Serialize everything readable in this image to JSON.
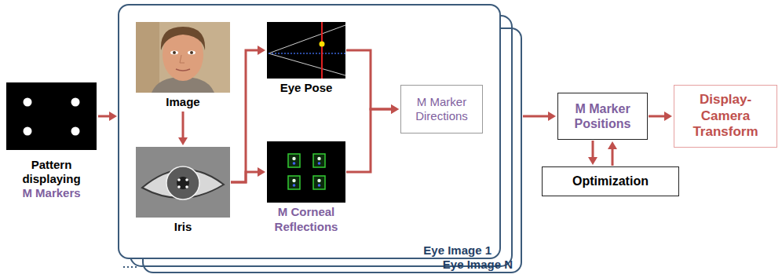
{
  "diagram": {
    "nodes": [
      {
        "text": [
          "Pattern displaying",
          "M Markers"
        ]
      },
      {
        "text": [
          "Eye Image N"
        ]
      },
      {
        "text": [
          "Eye Image 1"
        ]
      },
      {
        "text": [
          "Image"
        ],
        "in": 2
      },
      {
        "text": [
          "Iris"
        ],
        "in": 2
      },
      {
        "text": [
          "Eye Pose"
        ],
        "in": 2
      },
      {
        "text": [
          "M Corneal Reflections"
        ],
        "in": 2
      },
      {
        "text": [
          "M Marker Directions"
        ],
        "in": 2
      },
      {
        "text": [
          "M Marker Positions"
        ]
      },
      {
        "text": [
          "Optimization"
        ]
      },
      {
        "text": [
          "Display-Camera Transform"
        ]
      }
    ],
    "edges": [
      {
        "from": 0,
        "to": 2,
        "arrow": "to"
      },
      {
        "from": 3,
        "to": 4,
        "arrow": "to"
      },
      {
        "from": 4,
        "to": 5,
        "arrow": "to"
      },
      {
        "from": 4,
        "to": 6,
        "arrow": "to"
      },
      {
        "from": 5,
        "to": 7,
        "arrow": "to"
      },
      {
        "from": 6,
        "to": 7,
        "arrow": "to"
      },
      {
        "from": 1,
        "to": 8,
        "arrow": "to"
      },
      {
        "from": 8,
        "to": 10,
        "arrow": "to"
      },
      {
        "from": 8,
        "to": 9,
        "arrow": "to"
      },
      {
        "from": 9,
        "to": 8,
        "arrow": "to"
      }
    ]
  }
}
